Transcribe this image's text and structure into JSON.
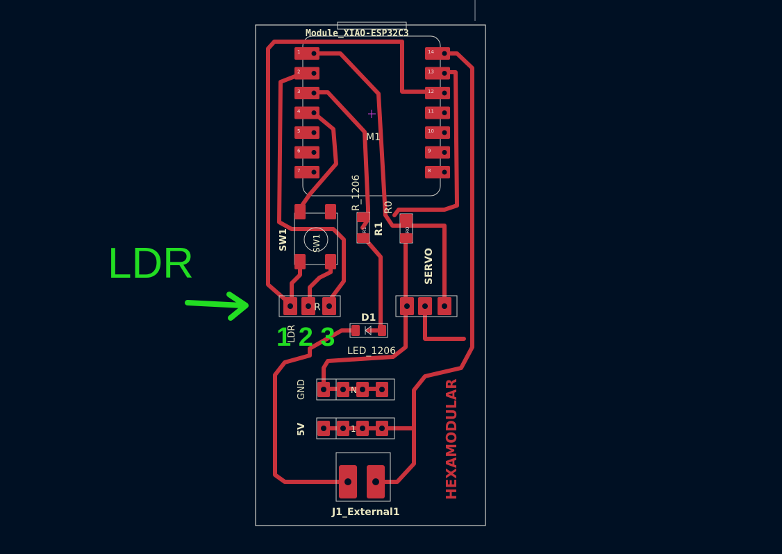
{
  "board": {
    "module_title": "Module_XIAO-ESP32C3",
    "module_ref": "M1",
    "resistor_footprint": "R_1206",
    "r1_label": "R1",
    "r0_label": "R0",
    "sw_label": "SW1",
    "sw_inner_label": "SW1",
    "servo_label": "SERVO",
    "ldr_label": "LDR",
    "ldr_inner": "R",
    "d1_label": "D1",
    "led_footprint": "LED_1206",
    "gnd_label": "GND",
    "v5_label": "5V",
    "j1_label": "J1_External1",
    "brand": "HEXAMODULAR",
    "left_pins": [
      "1",
      "2",
      "3",
      "4",
      "5",
      "6",
      "7"
    ],
    "right_pins": [
      "14",
      "13",
      "12",
      "11",
      "10",
      "9",
      "8"
    ],
    "pad_r1": "R1",
    "pad_r0": "R0",
    "bus_gnd_mid": "N",
    "bus_5v_mid": "1"
  },
  "annotations": {
    "ldr_text": "LDR",
    "pin_numbers": "1 2 3"
  },
  "colors": {
    "background": "#001023",
    "copper": "#c8323c",
    "silkscreen": "#e8e6c0",
    "annotation": "#22dd22",
    "outline": "#d0d0c8"
  }
}
